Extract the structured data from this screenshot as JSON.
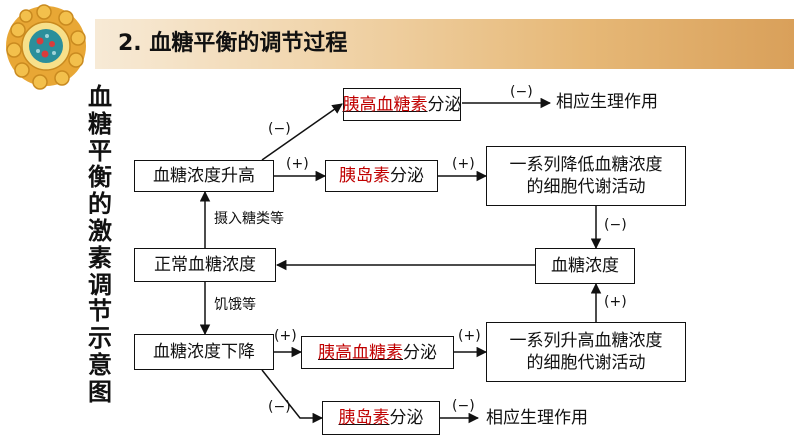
{
  "header": {
    "title": "2. 血糖平衡的调节过程"
  },
  "side_title": [
    "血",
    "糖",
    "平",
    "衡",
    "的",
    "激",
    "素",
    "调",
    "节",
    "示",
    "意",
    "图"
  ],
  "nodes": {
    "glucagon_top": {
      "hormone": "胰高血糖素",
      "suffix": "分泌"
    },
    "effect_top": "相应生理作用",
    "high": "血糖浓度升高",
    "insulin_mid": {
      "hormone": "胰岛素",
      "suffix": "分泌"
    },
    "lower_line1": "一系列降低血糖浓度",
    "lower_line2": "的细胞代谢活动",
    "normal": "正常血糖浓度",
    "glucose": "血糖浓度",
    "low": "血糖浓度下降",
    "glucagon_mid": {
      "hormone": "胰高血糖素",
      "suffix": "分泌"
    },
    "raise_line1": "一系列升高血糖浓度",
    "raise_line2": "的细胞代谢活动",
    "insulin_bot": {
      "hormone": "胰岛素",
      "suffix": "分泌"
    },
    "effect_bot": "相应生理作用"
  },
  "labels": {
    "minus": "(−)",
    "plus": "(+)",
    "intake": "摄入糖类等",
    "hunger": "饥饿等"
  },
  "colors": {
    "hormone": "#c00000",
    "header_start": "#f7ead6",
    "header_end": "#d9a05a"
  }
}
